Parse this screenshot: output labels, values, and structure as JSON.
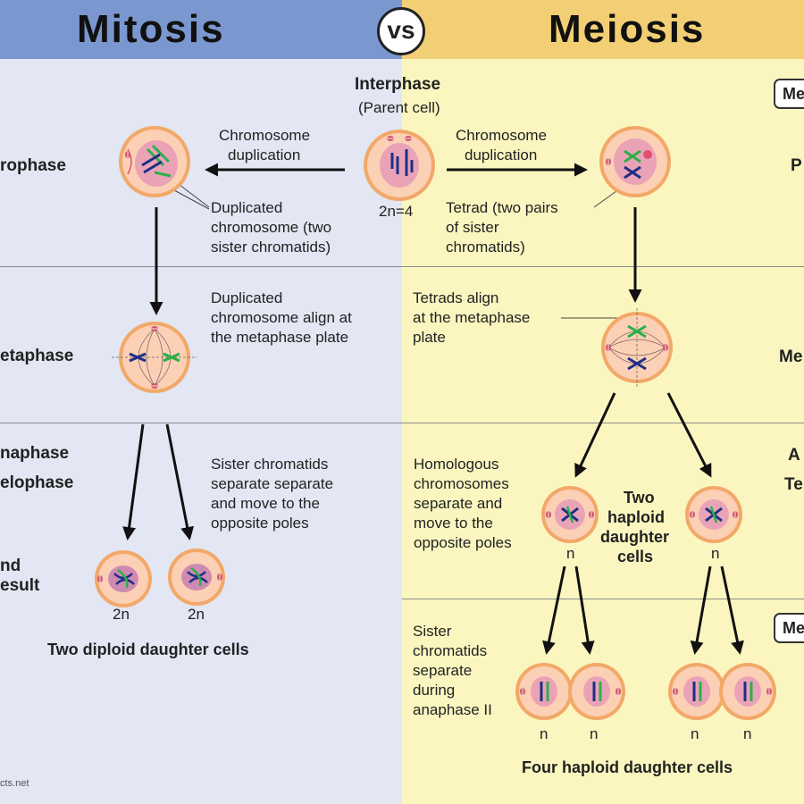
{
  "header": {
    "left_title": "Mitosis",
    "vs": "vs",
    "right_title": "Meiosis"
  },
  "interphase": {
    "title": "Interphase",
    "subtitle": "(Parent cell)",
    "ploidy": "2n=4"
  },
  "mitosis": {
    "duplication_label": [
      "Chromosome",
      "duplication"
    ],
    "duplicated_label": [
      "Duplicated",
      "chromosome (two",
      "sister chromatids)"
    ],
    "align_label": [
      "Duplicated",
      "chromosome align at",
      "the metaphase plate"
    ],
    "separate_label": [
      "Sister chromatids",
      "separate separate",
      "and move to the",
      "opposite poles"
    ],
    "ploidy_1": "2n",
    "ploidy_2": "2n",
    "result_caption": "Two diploid daughter cells"
  },
  "meiosis": {
    "duplication_label": [
      "Chromosome",
      "duplication"
    ],
    "tetrad_label": [
      "Tetrad (two pairs",
      "of sister",
      "chromatids)"
    ],
    "align_label": [
      "Tetrads align",
      "at the metaphase",
      "plate"
    ],
    "homologous_label": [
      "Homologous",
      "chromosomes",
      "separate and",
      "move to the",
      "opposite poles"
    ],
    "two_haploid_label": [
      "Two",
      "haploid",
      "daughter",
      "cells"
    ],
    "n_labels": [
      "n",
      "n",
      "n",
      "n",
      "n",
      "n"
    ],
    "sister_label": [
      "Sister",
      "chromatids",
      "separate",
      "during",
      "anaphase II"
    ],
    "result_caption": "Four haploid daughter cells"
  },
  "left_phase_labels": {
    "prophase": "rophase",
    "metaphase": "etaphase",
    "anaphase": "naphase",
    "telophase": "elophase",
    "end": "nd",
    "result": "esult"
  },
  "right_phase_labels": {
    "prophase": "P",
    "metaphase": "Me",
    "anaphase": "A",
    "telophase": "Te"
  },
  "badges": {
    "meiosis1": "Me",
    "meiosis2": "Me"
  },
  "watermark": "cts.net",
  "colors": {
    "left_bg": "#e3e6f3",
    "right_bg": "#fbf6c0",
    "left_header": "#7b97cf",
    "right_header": "#f2cf74",
    "cell_outer": "#f2a868",
    "cell_inner": "#fbd0b4",
    "nucleus": "#eaa3b6"
  }
}
